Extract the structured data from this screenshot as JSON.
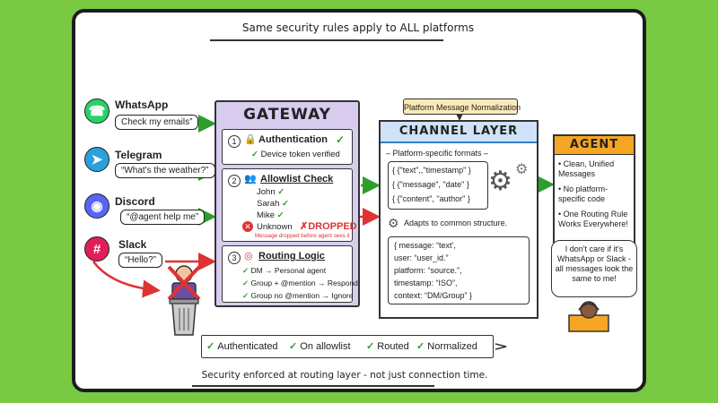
{
  "top_caption": "Same security rules apply to ALL platforms",
  "bottom_caption": "Security enforced at routing layer - not just connection time.",
  "platforms": [
    {
      "name": "WhatsApp",
      "message": "Check my emails”",
      "color": "#25d366",
      "icon": "whatsapp-icon",
      "glyph": "☎"
    },
    {
      "name": "Telegram",
      "message": "“What's the weather?”",
      "color": "#2aa1da",
      "icon": "telegram-icon",
      "glyph": "➤"
    },
    {
      "name": "Discord",
      "message": "“@agent help me”",
      "color": "#5865f2",
      "icon": "discord-icon",
      "glyph": "◉"
    },
    {
      "name": "Slack",
      "message": "“Hello?”",
      "color": "#e01e5a",
      "icon": "slack-icon",
      "glyph": "#"
    }
  ],
  "gateway": {
    "title": "GATEWAY",
    "auth": {
      "num": "1",
      "title": "Authentication",
      "check": "✓",
      "detail": "Device token verified"
    },
    "allowlist": {
      "num": "2",
      "title": "Allowlist Check",
      "users": [
        "John",
        "Sarah",
        "Mike"
      ],
      "unknown": "Unknown",
      "dropped": "DROPPED",
      "dropped_note": "Message dropped before agent sees it"
    },
    "routing": {
      "num": "3",
      "title": "Routing Logic",
      "rules": [
        "DM → Personal agent",
        "Group + @mention → Respond",
        "Group no @mention → Ignore"
      ]
    }
  },
  "normalization_label": "Platform Message Normalization",
  "channel": {
    "title": "CHANNEL LAYER",
    "formats_label": "Platform-specific formats",
    "formats": [
      "{ {\"text\",,\"timestamp\" }",
      "{ {\"message\", \"date\" }",
      "{ {\"content\", \"author\" }"
    ],
    "adapts": "Adapts to common structure.",
    "code": [
      "{ message: “text',",
      "  user: “user_id.”",
      "  platform: “source.”,",
      "  timestamp: “ISO”,",
      "  context: “DM/Group” }"
    ]
  },
  "agent": {
    "title": "AGENT",
    "items": [
      "Clean, Unified Messages",
      "No platform-specific code",
      "One Routing Rule Works Everywhere!"
    ],
    "speech": "I don't care if it's WhatsApp or Slack - all messages look the same to me!"
  },
  "checks": [
    "Authenticated",
    "On allowlist",
    "Routed",
    "Normalized"
  ],
  "colors": {
    "green": "#7ac943",
    "gateway": "#d8ccef",
    "channel_head": "#cfe2f7",
    "agent": "#f5a623",
    "arrow_red": "#d33",
    "arrow_green": "#2e9d2e"
  }
}
